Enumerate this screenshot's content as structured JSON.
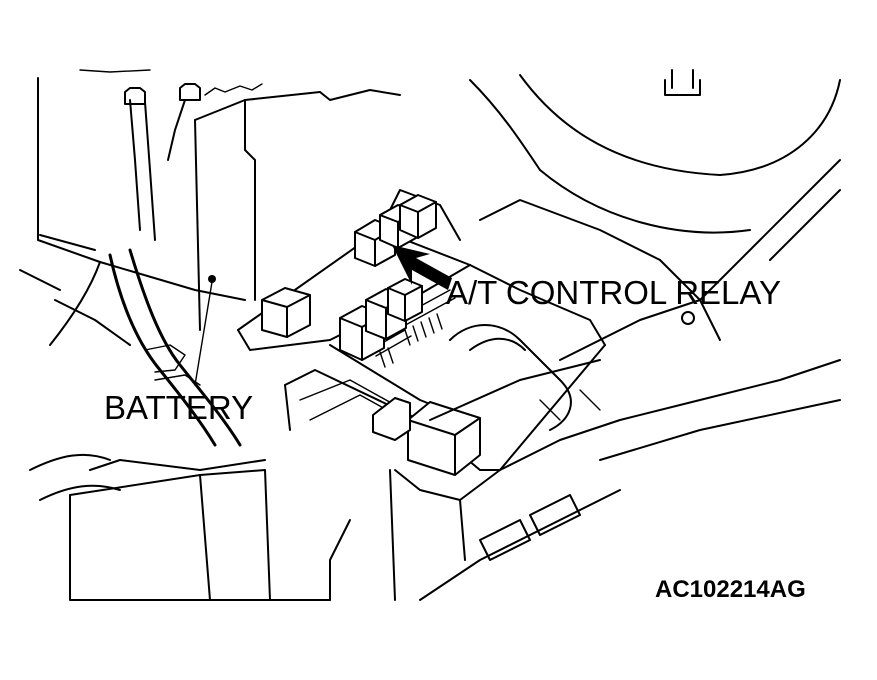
{
  "labels": {
    "battery": "BATTERY",
    "relay": "A/T CONTROL RELAY",
    "figure_id": "AC102214AG"
  },
  "colors": {
    "line": "#000000",
    "background": "#ffffff"
  }
}
